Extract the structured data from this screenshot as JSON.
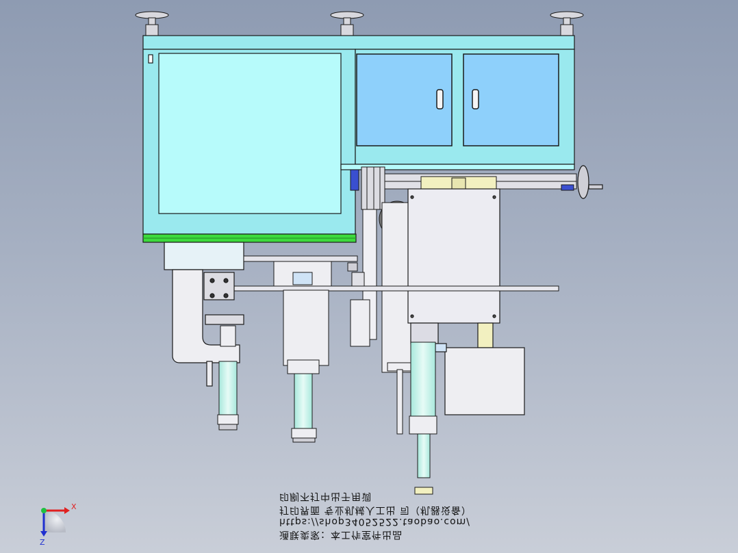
{
  "view": {
    "background_top": "#8e9bb2",
    "background_bottom": "#c9ced8"
  },
  "colors": {
    "cabinet_frame": "#9ae9ee",
    "cabinet_panel": "#b7fbfb",
    "drawer_door": "#8ed0fb",
    "green_rail": "#3ddb3d",
    "metal": "#e8e8ee",
    "cylinder": "#c8f2ea",
    "belt": "#7a7a7a",
    "accent_blue": "#3a4fd0",
    "motor_yellow": "#f2f0c0",
    "outline": "#1a1a1a"
  },
  "watermark_lines": [
    "印刷不打中出于用调",
    "打印界面 专业机械人工出 司（机器设备）",
    "https://shop34052522.taobao.com/",
    "通联卖家：本工作室件出品"
  ],
  "triad": {
    "x_label": "X",
    "z_label": "Z",
    "icons": [
      "axis-triad-icon"
    ]
  }
}
